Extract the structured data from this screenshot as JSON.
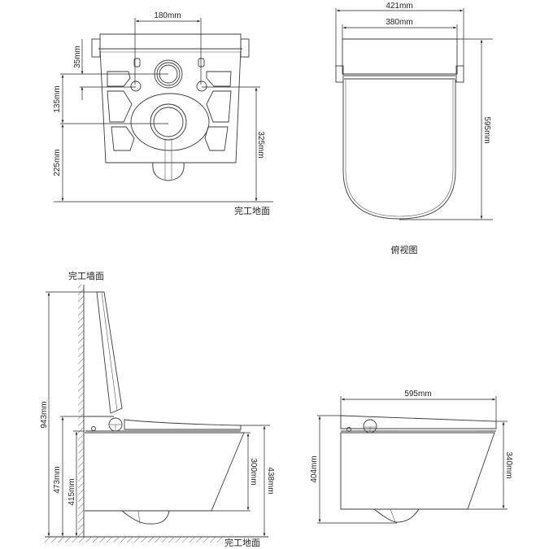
{
  "front_view": {
    "dim_hole_spacing": "180mm",
    "dim_bolt_offset": "35mm",
    "dim_inlet_to_outlet": "135mm",
    "dim_outlet_height": "225mm",
    "dim_bolt_height": "325mm",
    "floor_label": "完工地面"
  },
  "top_view": {
    "dim_overall_width": "421mm",
    "dim_body_width": "380mm",
    "dim_length": "595mm",
    "title": "俯视图"
  },
  "side_view_lid_open": {
    "wall_label": "完工墙面",
    "dim_total_height": "943mm",
    "dim_hinge_height": "473mm",
    "dim_body_top_height": "415mm",
    "dim_bowl_depth": "300mm",
    "dim_seat_height": "438mm",
    "floor_label": "完工地面"
  },
  "side_view_lid_closed": {
    "dim_length": "595mm",
    "dim_height": "404mm",
    "dim_bowl_height": "340mm"
  }
}
